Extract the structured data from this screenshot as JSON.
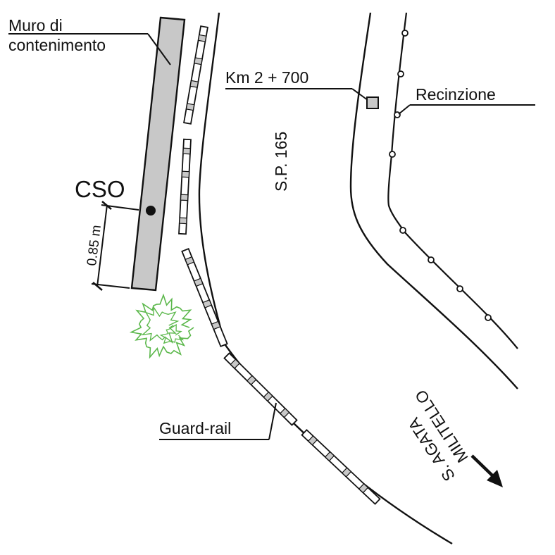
{
  "labels": {
    "wall": [
      "Muro di",
      "contenimento"
    ],
    "cso": "CSO",
    "distance": "0.85 m",
    "km_marker": "Km 2 + 700",
    "road": "S.P. 165",
    "fence": "Recinzione",
    "guard_rail": "Guard-rail",
    "direction": [
      "S. AGATA",
      "MILITELLO"
    ]
  },
  "colors": {
    "wall_fill": "#c8c8c8",
    "guard_rail_post": "#c8c8c8",
    "tree": "#5cb84c",
    "line": "#111111"
  },
  "icons": {
    "direction_arrow": "arrow-down-right-icon",
    "cso_point": "filled-circle-icon",
    "tree": "tree-icon",
    "km_marker": "square-marker-icon"
  }
}
